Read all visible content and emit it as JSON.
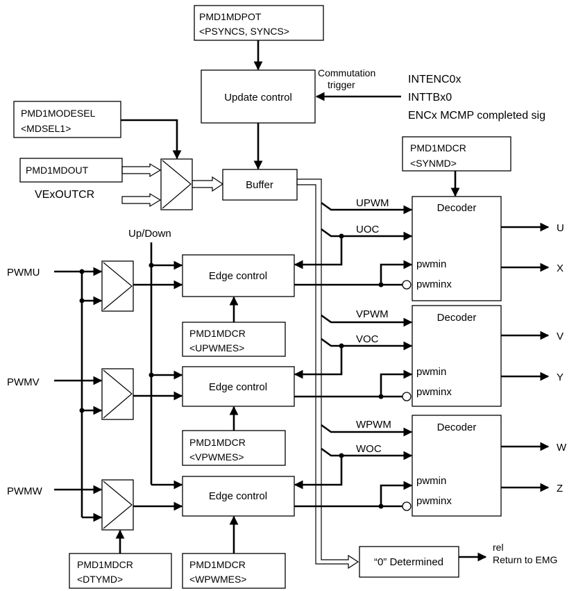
{
  "blocks": {
    "pmd1mdpot": [
      "PMD1MDPOT",
      "<PSYNCS, SYNCS>"
    ],
    "update_control": "Update control",
    "commutation_trigger": [
      "Commutation",
      "trigger"
    ],
    "intenc": "INTENC0x",
    "inttb": "INTTBx0",
    "encx": "ENCx MCMP completed sig",
    "pmd1modesel": [
      "PMD1MODESEL",
      "<MDSEL1>"
    ],
    "pmd1mdout": "PMD1MDOUT",
    "vexoutcr": "VExOUTCR",
    "buffer": "Buffer",
    "pmd1mdcr_synmd": [
      "PMD1MDCR",
      "<SYNMD>"
    ],
    "up_down": "Up/Down",
    "edge_control": "Edge control",
    "decoder": "Decoder",
    "pwmin": "pwmin",
    "pwminx": "pwminx",
    "pmd1mdcr_upwmes": [
      "PMD1MDCR",
      "<UPWMES>"
    ],
    "pmd1mdcr_vpwmes": [
      "PMD1MDCR",
      "<VPWMES>"
    ],
    "pmd1mdcr_wpwmes": [
      "PMD1MDCR",
      "<WPWMES>"
    ],
    "pmd1mdcr_dtymd": [
      "PMD1MDCR",
      "<DTYMD>"
    ],
    "zero_determined": "“0” Determined",
    "rel": "rel",
    "return_to_emg": "Return to EMG"
  },
  "inputs": [
    "PWMU",
    "PWMV",
    "PWMW"
  ],
  "signals": [
    "UPWM",
    "UOC",
    "VPWM",
    "VOC",
    "WPWM",
    "WOC"
  ],
  "outputs": [
    "U",
    "X",
    "V",
    "Y",
    "W",
    "Z"
  ]
}
